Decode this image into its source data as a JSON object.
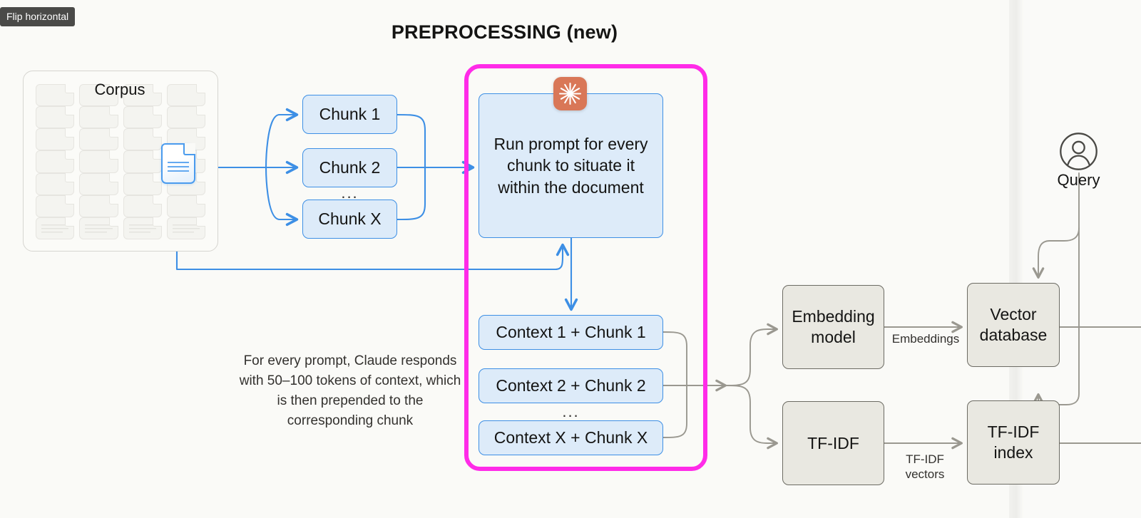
{
  "tooltip": {
    "label": "Flip horizontal"
  },
  "title": "PREPROCESSING (new)",
  "corpus": {
    "label": "Corpus"
  },
  "chunks": {
    "ellipsis": "...",
    "items": [
      {
        "label": "Chunk 1"
      },
      {
        "label": "Chunk 2"
      },
      {
        "label": "Chunk X"
      }
    ]
  },
  "prompt": {
    "text": "Run prompt for every chunk to situate it within the document",
    "logo": "claude-starburst-icon"
  },
  "contexts": {
    "ellipsis": "...",
    "items": [
      {
        "label": "Context 1 + Chunk 1"
      },
      {
        "label": "Context 2 + Chunk 2"
      },
      {
        "label": "Context X + Chunk X"
      }
    ]
  },
  "caption": "For every prompt, Claude responds with 50–100 tokens of context, which is then prepended to the corresponding chunk",
  "pipeline": {
    "embedding_model": "Embedding model",
    "tfidf": "TF-IDF",
    "vector_database": "Vector database",
    "tfidf_index": "TF-IDF index",
    "embeddings_label": "Embeddings",
    "tfidf_vectors_label": "TF-IDF vectors"
  },
  "query": {
    "label": "Query",
    "icon": "user-circle-icon"
  },
  "colors": {
    "background": "#FAFAF7",
    "highlight_frame": "#FF2BE8",
    "blue_stroke": "#3D8FE5",
    "blue_fill": "#DDEBF9",
    "gray_stroke": "#6C6B63",
    "gray_fill": "#E9E8E1",
    "claude_orange": "#D97757",
    "wire_gray": "#9A9890",
    "text": "#141413"
  }
}
